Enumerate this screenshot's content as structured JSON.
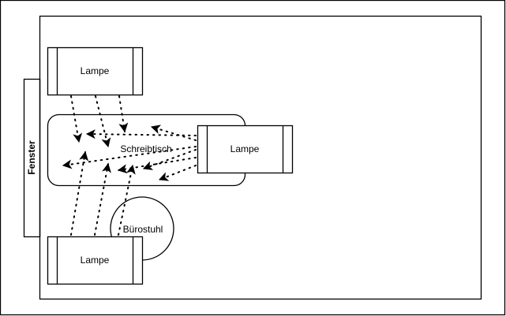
{
  "diagram": {
    "title": "",
    "colors": {
      "stroke": "#000000",
      "fill": "#ffffff",
      "text": "#000000"
    },
    "nodes": [
      {
        "id": "window",
        "label": "Fenster",
        "kind": "window",
        "orientation": "vertical"
      },
      {
        "id": "lamp_top",
        "label": "Lampe",
        "kind": "lamp"
      },
      {
        "id": "desk",
        "label": "Schreibtisch",
        "kind": "rounded-rect"
      },
      {
        "id": "lamp_right",
        "label": "Lampe",
        "kind": "lamp"
      },
      {
        "id": "chair",
        "label": "Bürostuhl",
        "kind": "circle"
      },
      {
        "id": "lamp_bottom",
        "label": "Lampe",
        "kind": "lamp"
      }
    ],
    "edges": [
      {
        "from": "lamp_top",
        "to": "desk",
        "style": "dotted",
        "arrow": "end"
      },
      {
        "from": "lamp_top",
        "to": "desk",
        "style": "dotted",
        "arrow": "end"
      },
      {
        "from": "lamp_top",
        "to": "desk",
        "style": "dotted",
        "arrow": "end"
      },
      {
        "from": "lamp_right",
        "to": "desk",
        "style": "dotted",
        "arrow": "end"
      },
      {
        "from": "lamp_right",
        "to": "desk",
        "style": "dotted",
        "arrow": "end"
      },
      {
        "from": "lamp_right",
        "to": "desk",
        "style": "dotted",
        "arrow": "end"
      },
      {
        "from": "lamp_right",
        "to": "desk",
        "style": "dotted",
        "arrow": "end"
      },
      {
        "from": "lamp_right",
        "to": "desk",
        "style": "dotted",
        "arrow": "end"
      },
      {
        "from": "lamp_right",
        "to": "desk",
        "style": "dotted",
        "arrow": "end"
      },
      {
        "from": "lamp_bottom",
        "to": "desk",
        "style": "dotted",
        "arrow": "end"
      },
      {
        "from": "lamp_bottom",
        "to": "desk",
        "style": "dotted",
        "arrow": "end"
      },
      {
        "from": "lamp_bottom",
        "to": "desk",
        "style": "dotted",
        "arrow": "end"
      }
    ]
  }
}
